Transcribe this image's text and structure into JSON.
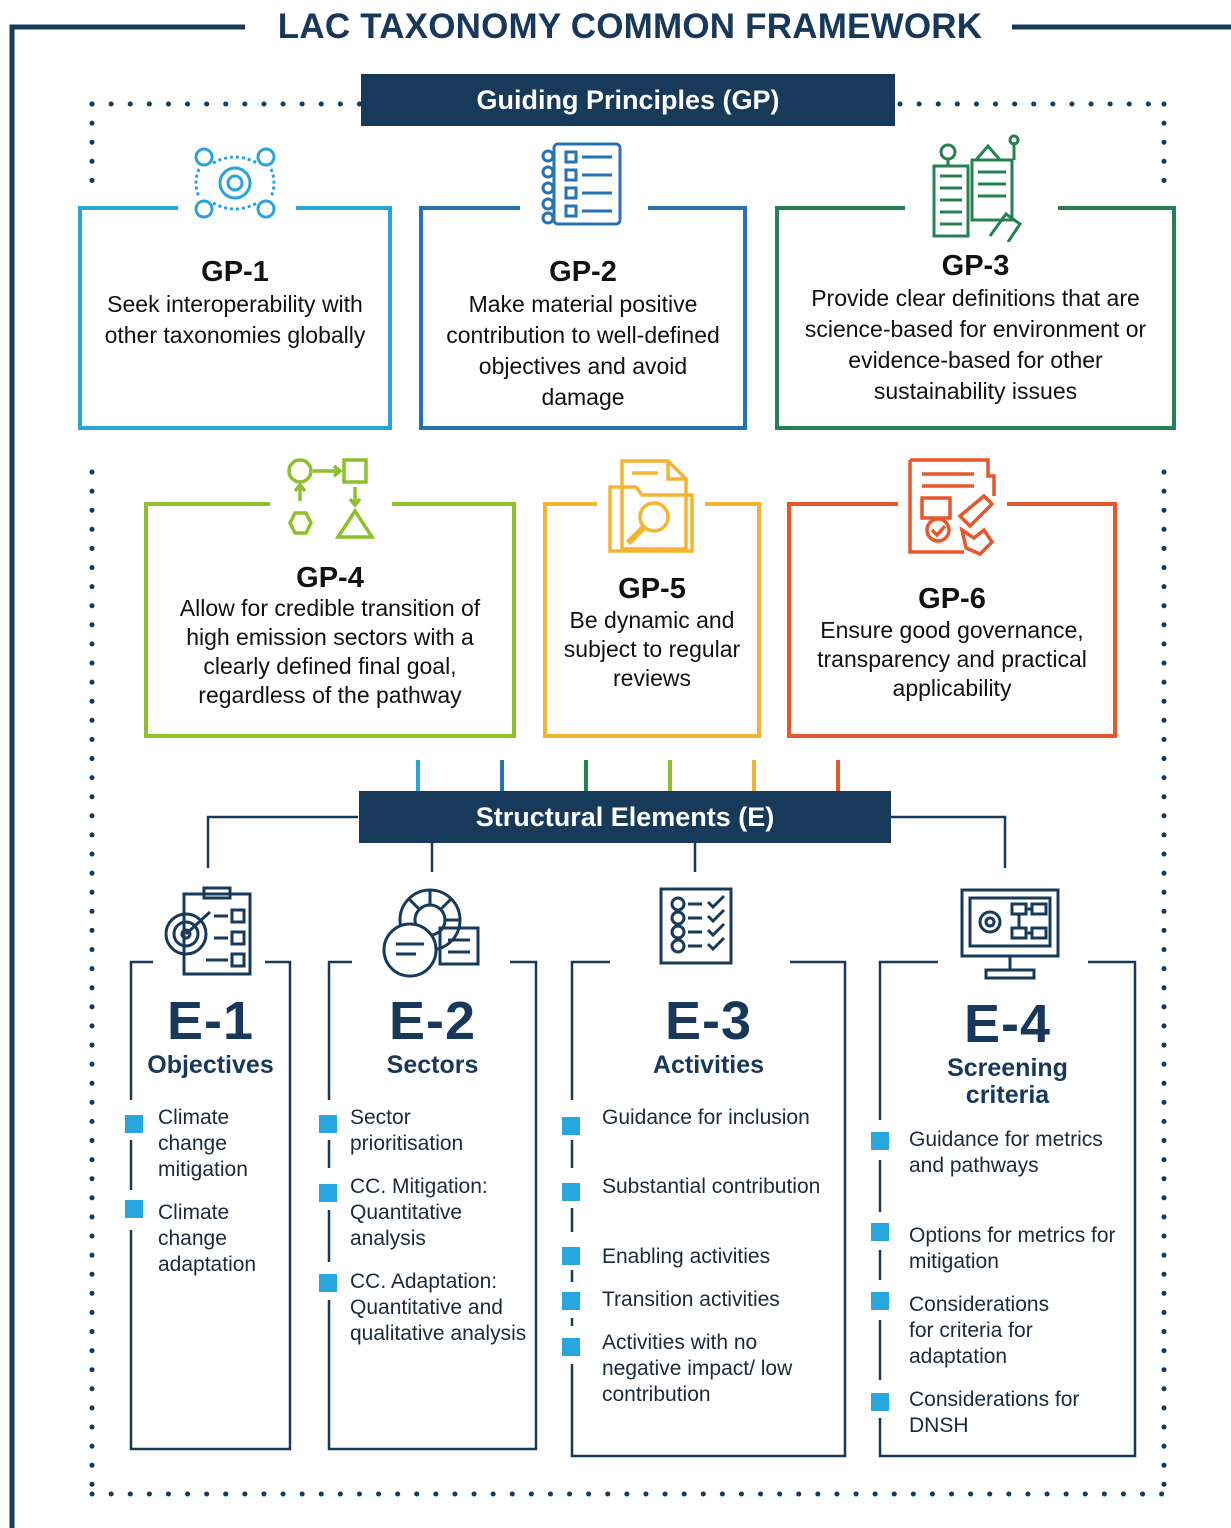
{
  "title": "LAC TAXONOMY COMMON FRAMEWORK",
  "guiding_principles_banner": "Guiding Principles (GP)",
  "structural_elements_banner": "Structural Elements (E)",
  "colors": {
    "navy": "#173a5a",
    "gp1": "#29a3dd",
    "gp2": "#2672b8",
    "gp3": "#268051",
    "gp4": "#8fbf2a",
    "gp5": "#f5b330",
    "gp6": "#e8572a",
    "bullet": "#27a6e0"
  },
  "principles": [
    {
      "id": "GP-1",
      "text": "Seek interoperability with other taxonomies globally",
      "icon": "interoperability-gears-icon"
    },
    {
      "id": "GP-2",
      "text": "Make material positive contribution to well-defined objectives and avoid damage",
      "icon": "checklist-icon"
    },
    {
      "id": "GP-3",
      "text": "Provide clear definitions that are science-based for environment or evidence-based for other sustainability issues",
      "icon": "city-buildings-icon"
    },
    {
      "id": "GP-4",
      "text": "Allow for credible transition of high emission sectors with a clearly defined final goal, regardless of the pathway",
      "icon": "flow-shapes-icon"
    },
    {
      "id": "GP-5",
      "text": "Be dynamic and subject to regular reviews",
      "icon": "folder-search-icon"
    },
    {
      "id": "GP-6",
      "text": "Ensure good governance, transparency and practical applicability",
      "icon": "contract-signing-icon"
    }
  ],
  "elements": [
    {
      "id": "E-1",
      "name": "Objectives",
      "icon": "target-clipboard-icon",
      "bullets": [
        "Climate change mitigation",
        "Climate change adaptation"
      ]
    },
    {
      "id": "E-2",
      "name": "Sectors",
      "icon": "pie-chart-document-icon",
      "bullets": [
        "Sector prioritisation",
        "CC. Mitigation: Quantitative analysis",
        "CC. Adaptation: Quantitative and qualitative analysis"
      ]
    },
    {
      "id": "E-3",
      "name": "Activities",
      "icon": "checklist-items-icon",
      "bullets": [
        "Guidance for inclusion",
        "Substantial contribution",
        "Enabling activities",
        "Transition activities",
        "Activities with no negative impact/ low contribution"
      ]
    },
    {
      "id": "E-4",
      "name": "Screening criteria",
      "icon": "monitor-workflow-icon",
      "bullets": [
        "Guidance for metrics and pathways",
        "Options for metrics for mitigation",
        "Considerations for criteria for adaptation",
        "Considerations for DNSH"
      ]
    }
  ]
}
